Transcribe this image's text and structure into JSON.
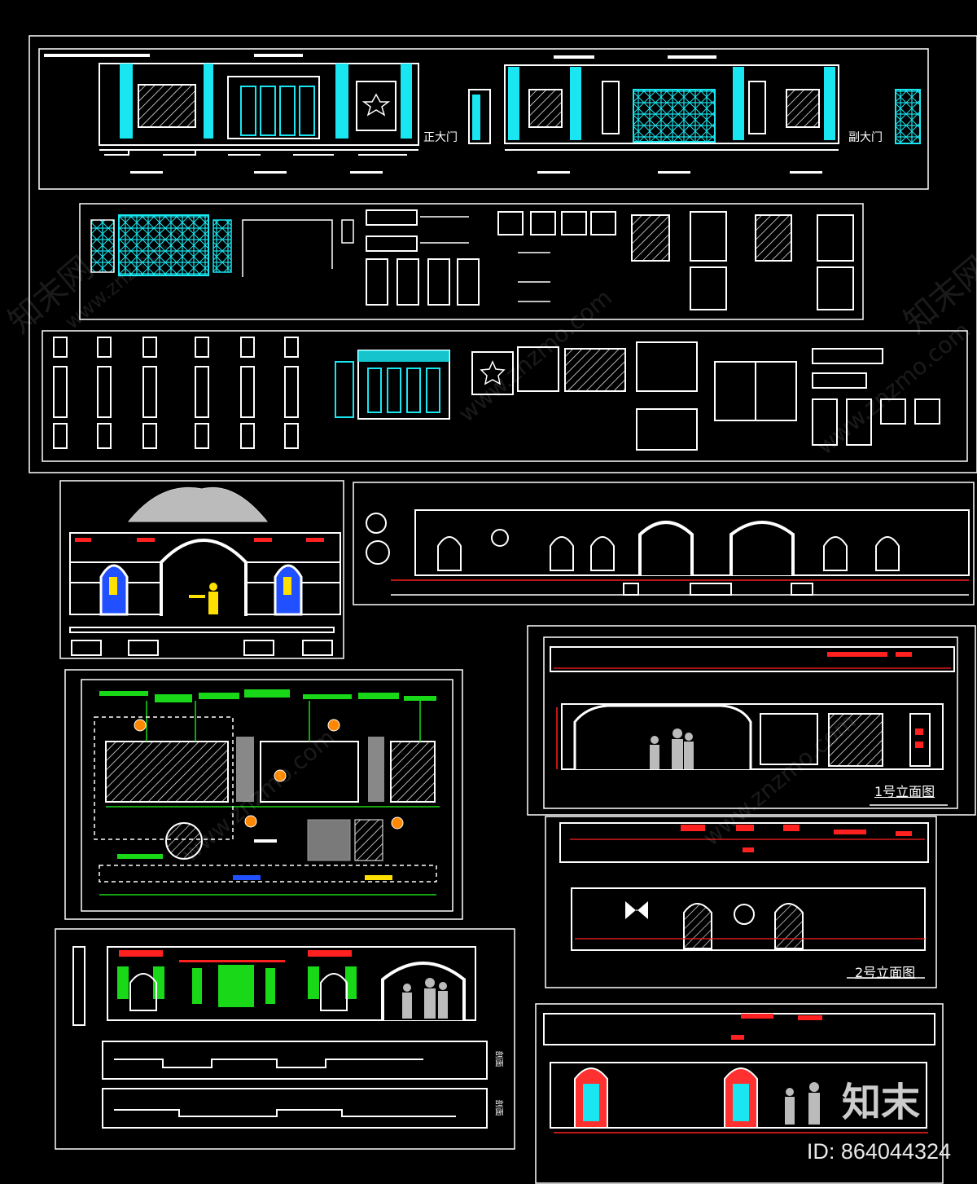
{
  "labels": {
    "main_door": "正大门",
    "side_door": "副大门",
    "elevation_1": "1号立面图",
    "elevation_2": "2号立面图",
    "section_a": "剖面",
    "section_b": "剖面"
  },
  "watermarks": {
    "site_cn": "知末网",
    "site_url": "www.znzmo.com",
    "logo": "知末",
    "id": "ID: 864044324"
  },
  "colors": {
    "background": "#000000",
    "linework": "#ffffff",
    "accent_cyan": "#19e6f0",
    "accent_green": "#18d818",
    "accent_red": "#ff2020",
    "accent_yellow": "#ffe000",
    "accent_blue": "#2050ff"
  },
  "icons": [
    "star-medallion-icon",
    "human-figure-icon",
    "arch-door-icon"
  ]
}
